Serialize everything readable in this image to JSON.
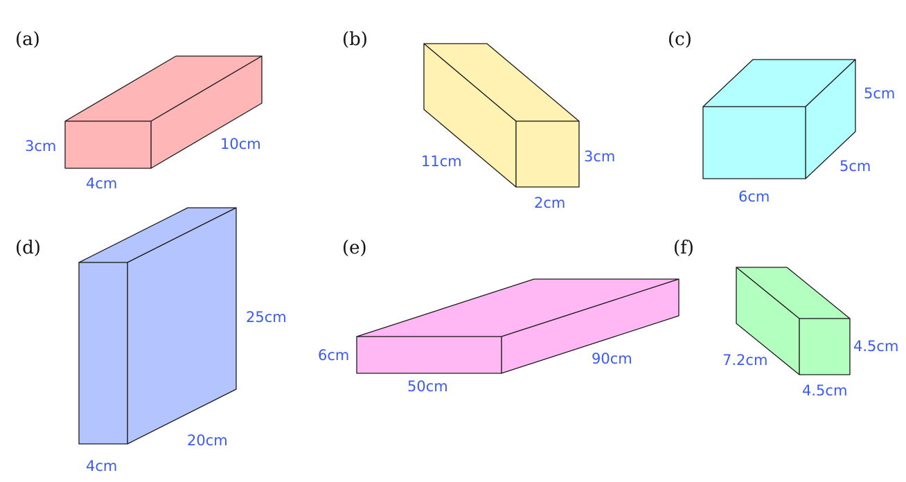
{
  "colors": {
    "label": "#3b5bf5",
    "a": "#ffb6b6",
    "b": "#fff2b3",
    "c": "#b3ffff",
    "d": "#b3c4ff",
    "e": "#ffb8f3",
    "f": "#b3ffbf"
  },
  "prisms": [
    {
      "id": "a",
      "label": "(a)",
      "dims": [
        "3cm",
        "4cm",
        "10cm"
      ]
    },
    {
      "id": "b",
      "label": "(b)",
      "dims": [
        "11cm",
        "3cm",
        "2cm"
      ]
    },
    {
      "id": "c",
      "label": "(c)",
      "dims": [
        "5cm",
        "5cm",
        "6cm"
      ]
    },
    {
      "id": "d",
      "label": "(d)",
      "dims": [
        "25cm",
        "20cm",
        "4cm"
      ]
    },
    {
      "id": "e",
      "label": "(e)",
      "dims": [
        "6cm",
        "90cm",
        "50cm"
      ]
    },
    {
      "id": "f",
      "label": "(f)",
      "dims": [
        "7.2cm",
        "4.5cm",
        "4.5cm"
      ]
    }
  ]
}
